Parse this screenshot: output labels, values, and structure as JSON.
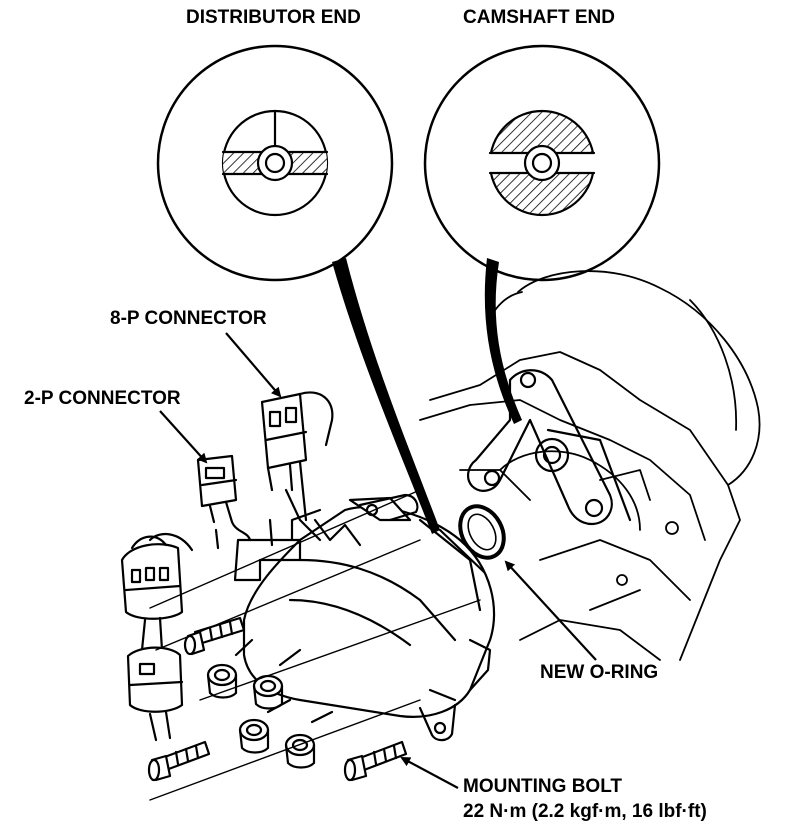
{
  "labels": {
    "distributor_end": "DISTRIBUTOR END",
    "camshaft_end": "CAMSHAFT END",
    "connector_8p": "8-P CONNECTOR",
    "connector_2p": "2-P CONNECTOR",
    "new_o_ring": "NEW O-RING",
    "mounting_bolt": "MOUNTING BOLT",
    "torque_spec": "22 N·m (2.2 kgf·m, 16 lbf·ft)"
  },
  "colors": {
    "ink": "#000000",
    "paper": "#ffffff"
  }
}
